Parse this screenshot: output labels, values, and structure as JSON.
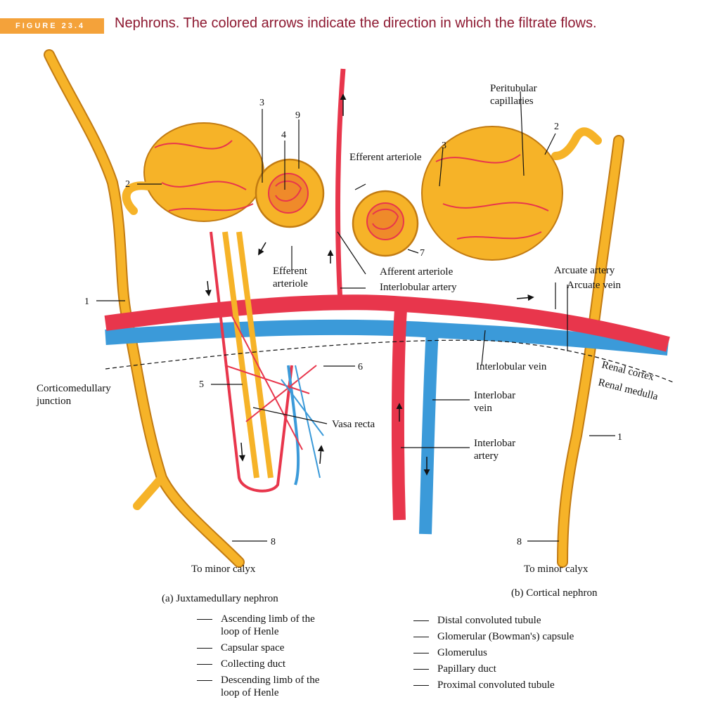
{
  "figure_tag": "FIGURE 23.4",
  "title": "Nephrons. The colored arrows indicate the direction in which the filtrate flows.",
  "colors": {
    "tag": "#f4a23a",
    "title": "#8d1830",
    "tubule": "#f6b328",
    "artery": "#e8364c",
    "vein": "#3b9ad9",
    "outline": "#c27b12"
  },
  "labels": {
    "peritubular": [
      "Peritubular",
      "capillaries"
    ],
    "efferent_arteriole_right": "Efferent arteriole",
    "efferent_arteriole_left": [
      "Efferent",
      "arteriole"
    ],
    "afferent_arteriole": "Afferent arteriole",
    "interlobular_artery": "Interlobular artery",
    "arcuate_artery": "Arcuate artery",
    "arcuate_vein": "Arcuate vein",
    "interlobular_vein": "Interlobular vein",
    "renal_cortex": "Renal cortex",
    "renal_medulla": "Renal medulla",
    "corticomedullary": [
      "Corticomedullary",
      "junction"
    ],
    "interlobar_vein": [
      "Interlobar",
      "vein"
    ],
    "interlobar_artery": [
      "Interlobar",
      "artery"
    ],
    "vasa_recta": "Vasa recta",
    "to_minor_calyx_left": "To minor calyx",
    "to_minor_calyx_right": "To minor calyx"
  },
  "numbers": {
    "n1_left": "1",
    "n1_right": "1",
    "n2_left": "2",
    "n2_right": "2",
    "n3_left": "3",
    "n3_right": "3",
    "n4": "4",
    "n5": "5",
    "n6": "6",
    "n7": "7",
    "n8_left": "8",
    "n8_right": "8",
    "n9": "9"
  },
  "captions": {
    "a": "(a) Juxtamedullary nephron",
    "b": "(b) Cortical nephron"
  },
  "key_left": [
    [
      "Ascending limb of the",
      "loop of Henle"
    ],
    [
      "Capsular space"
    ],
    [
      "Collecting duct"
    ],
    [
      "Descending limb of the",
      "loop of Henle"
    ]
  ],
  "key_right": [
    "Distal convoluted tubule",
    "Glomerular (Bowman's) capsule",
    "Glomerulus",
    "Papillary duct",
    "Proximal convoluted tubule"
  ]
}
